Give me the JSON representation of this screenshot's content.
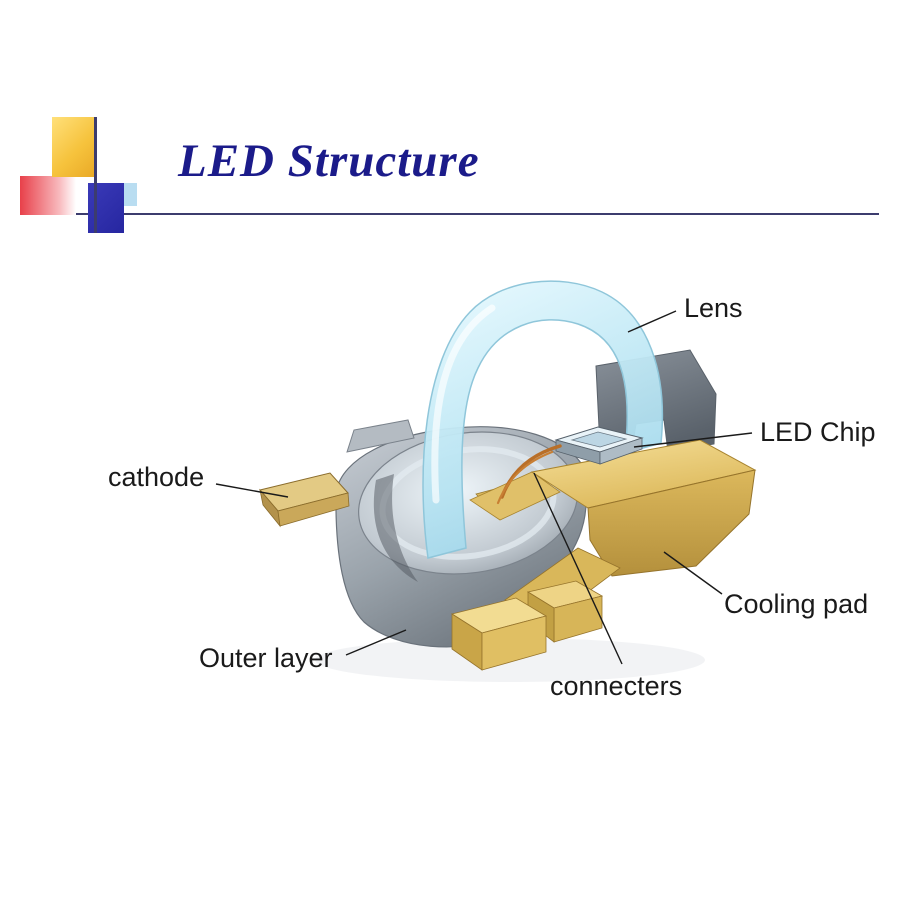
{
  "slide": {
    "title": "LED Structure"
  },
  "diagram": {
    "labels": {
      "lens": "Lens",
      "led_chip": "LED Chip",
      "cathode": "cathode",
      "cooling_pad": "Cooling pad",
      "outer_layer": "Outer layer",
      "connecters": "connecters"
    }
  },
  "colors": {
    "title_color": "#1b1b8a",
    "label_color": "#1a1a1a",
    "line_color": "#3c3c6e",
    "lens_blue": "#c4eaf6",
    "housing_gray": "#9aa3ab",
    "gold": "#e6c86f",
    "wire_orange": "#b96f28",
    "chip_white": "#e9f3f8"
  }
}
